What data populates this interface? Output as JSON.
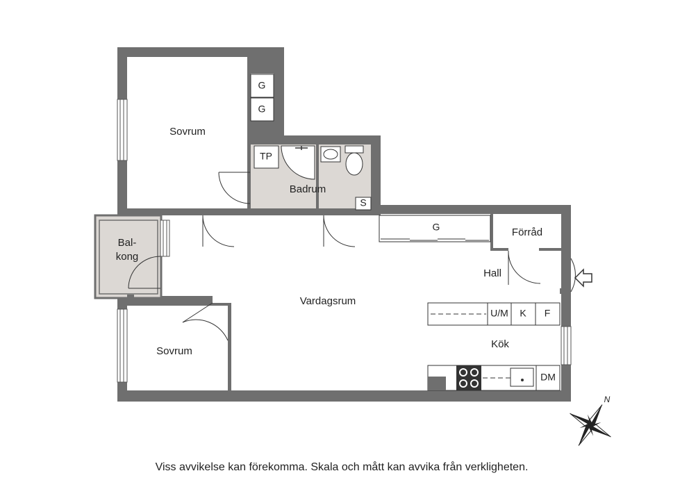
{
  "rooms": {
    "sovrum_1": "Sovrum",
    "badrum": "Badrum",
    "balkong_line1": "Bal-",
    "balkong_line2": "kong",
    "vardagsrum": "Vardagsrum",
    "sovrum_2": "Sovrum",
    "hall": "Hall",
    "forrad": "Förråd",
    "kok": "Kök"
  },
  "fixtures": {
    "wardrobe_1": "G",
    "wardrobe_2": "G",
    "wardrobe_hall": "G",
    "tp": "TP",
    "s": "S",
    "um": "U/M",
    "k": "K",
    "f": "F",
    "dm": "DM"
  },
  "compass": {
    "north_label": "N"
  },
  "disclaimer": "Viss avvikelse kan förekomma. Skala och mått kan avvika från verkligheten.",
  "colors": {
    "wall": "#6f6f6f",
    "floor": "#ffffff",
    "wet_room": "#dcd8d4",
    "balcony": "#dcd8d4"
  }
}
